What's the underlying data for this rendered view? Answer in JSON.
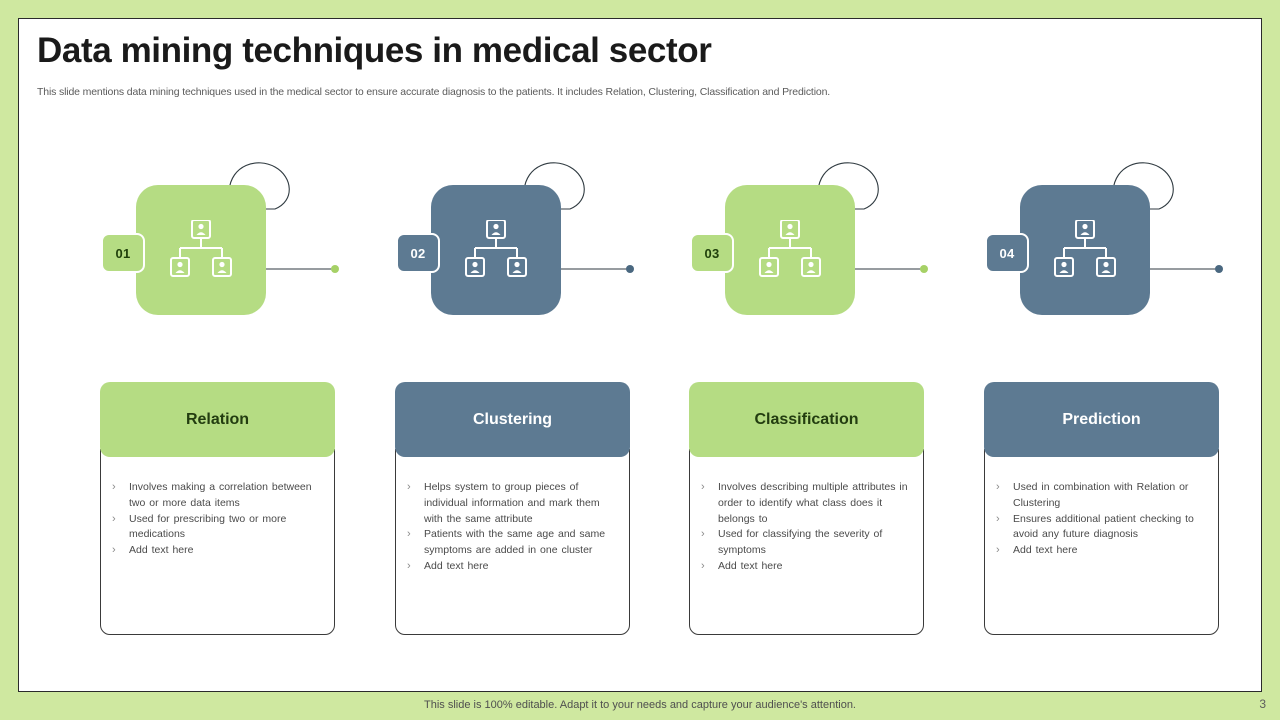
{
  "slide": {
    "title": "Data mining techniques in medical sector",
    "subtitle": "This slide mentions data mining techniques used in the medical sector to ensure accurate diagnosis to the patients. It includes Relation, Clustering, Classification and Prediction.",
    "footer_note": "This slide is 100% editable. Adapt it to your needs and capture your audience's attention.",
    "page_number": "3"
  },
  "colors": {
    "green": "#b5dc83",
    "blue": "#5d7a92",
    "frame_green": "#cfe8a0",
    "green_text": "#233d10",
    "blue_text": "#ffffff",
    "body_text": "#4a4a4a",
    "line": "#2f3a40"
  },
  "nodes": [
    {
      "number": "01",
      "theme": "green",
      "icon": "org-chart-icon",
      "dot_color": "#a6d166"
    },
    {
      "number": "02",
      "theme": "blue",
      "icon": "org-chart-icon",
      "dot_color": "#4a6880"
    },
    {
      "number": "03",
      "theme": "green",
      "icon": "org-chart-icon",
      "dot_color": "#a6d166"
    },
    {
      "number": "04",
      "theme": "blue",
      "icon": "org-chart-icon",
      "dot_color": "#4a6880"
    }
  ],
  "cards": [
    {
      "title": "Relation",
      "theme": "green",
      "bullets": [
        "Involves  making a correlation between  two or more  data  items",
        "Used for prescribing two or more medications",
        "Add text here"
      ]
    },
    {
      "title": "Clustering",
      "theme": "blue",
      "bullets": [
        "Helps  system to group  pieces  of individual  information  and  mark them with the same attribute",
        "Patients with the same age  and same symptoms are added  in one cluster",
        "Add text here"
      ]
    },
    {
      "title": "Classification",
      "theme": "green",
      "bullets": [
        "Involves  describing  multiple attributes in order  to identify what  class does it belongs  to",
        "Used for classifying the severity of symptoms",
        "Add text here"
      ]
    },
    {
      "title": "Prediction",
      "theme": "blue",
      "bullets": [
        "Used in combination  with Relation  or Clustering",
        "Ensures additional  patient checking to avoid  any future diagnosis",
        "Add text here"
      ]
    }
  ]
}
